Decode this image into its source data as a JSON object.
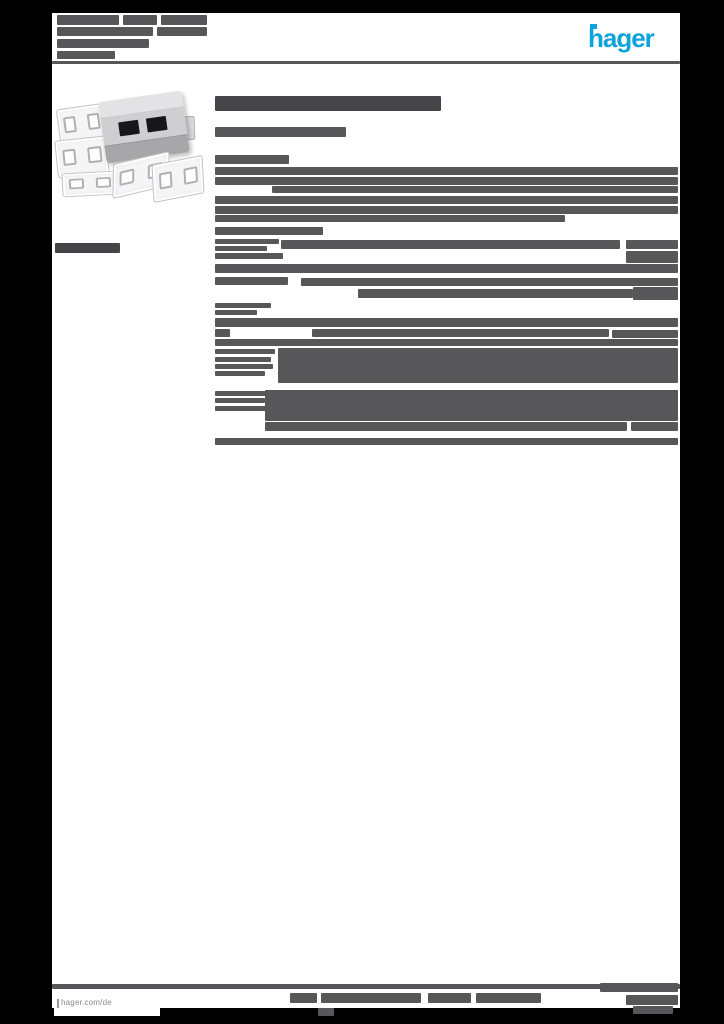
{
  "document": {
    "kind_note": "scanned product datasheet page, body text unreadable (rendered as grey bars)"
  },
  "header": {
    "logo_text": "hager"
  },
  "footer": {
    "website": "hager.com/de"
  },
  "colors": {
    "mid": "#57575a",
    "dark": "#454549",
    "rule": "#55555a",
    "logo_blue": "#0ca2dc",
    "footer_text": "#8a8a8e",
    "paper": "#ffffff",
    "frame_bg": "#000000"
  },
  "redacted_bars": [
    [
      57,
      15,
      62,
      10,
      "mid",
      "header-address-bar"
    ],
    [
      123,
      15,
      34,
      10,
      "mid",
      "header-address-bar"
    ],
    [
      161,
      15,
      46,
      10,
      "mid",
      "header-address-bar"
    ],
    [
      57,
      27,
      96,
      9,
      "mid",
      "header-address-bar"
    ],
    [
      157,
      27,
      50,
      9,
      "mid",
      "header-address-bar"
    ],
    [
      57,
      39,
      92,
      9,
      "mid",
      "header-address-bar"
    ],
    [
      57,
      51,
      58,
      8,
      "mid",
      "header-address-bar"
    ],
    [
      52,
      61,
      628,
      3,
      "rule",
      "header-rule"
    ],
    [
      215,
      96,
      226,
      15,
      "dark",
      "product-title-bar"
    ],
    [
      215,
      127,
      131,
      10,
      "mid",
      "product-subtitle-bar"
    ],
    [
      215,
      155,
      74,
      9,
      "mid",
      "section-label-bar"
    ],
    [
      215,
      167,
      463,
      8,
      "mid",
      "description-line-bar"
    ],
    [
      215,
      177,
      463,
      8,
      "mid",
      "description-line-bar"
    ],
    [
      272,
      186,
      406,
      7,
      "mid",
      "description-line-bar"
    ],
    [
      215,
      196,
      463,
      8,
      "mid",
      "description-line-bar"
    ],
    [
      215,
      206,
      463,
      8,
      "mid",
      "description-line-bar"
    ],
    [
      215,
      215,
      350,
      7,
      "mid",
      "description-line-bar"
    ],
    [
      55,
      243,
      65,
      10,
      "dark",
      "margin-label-bar"
    ],
    [
      215,
      227,
      108,
      8,
      "mid",
      "spec-row-bar"
    ],
    [
      215,
      239,
      64,
      5,
      "mid",
      "spec-row-bar"
    ],
    [
      215,
      246,
      52,
      5,
      "mid",
      "spec-row-bar"
    ],
    [
      281,
      240,
      339,
      9,
      "mid",
      "spec-row-bar"
    ],
    [
      626,
      240,
      52,
      9,
      "mid",
      "spec-value-bar"
    ],
    [
      215,
      253,
      68,
      6,
      "mid",
      "spec-row-bar"
    ],
    [
      626,
      251,
      52,
      12,
      "mid",
      "spec-value-bar"
    ],
    [
      215,
      264,
      463,
      9,
      "mid",
      "spec-row-bar"
    ],
    [
      215,
      277,
      73,
      8,
      "mid",
      "spec-row-bar"
    ],
    [
      301,
      278,
      377,
      8,
      "mid",
      "spec-row-bar"
    ],
    [
      358,
      289,
      275,
      9,
      "mid",
      "spec-row-bar"
    ],
    [
      633,
      287,
      45,
      13,
      "mid",
      "spec-value-bar"
    ],
    [
      215,
      303,
      56,
      5,
      "mid",
      "spec-row-bar"
    ],
    [
      215,
      310,
      42,
      5,
      "mid",
      "spec-row-bar"
    ],
    [
      215,
      318,
      463,
      9,
      "mid",
      "spec-row-bar"
    ],
    [
      215,
      329,
      15,
      8,
      "mid",
      "spec-row-bar"
    ],
    [
      312,
      329,
      297,
      8,
      "mid",
      "spec-row-bar"
    ],
    [
      612,
      330,
      66,
      8,
      "mid",
      "spec-row-bar"
    ],
    [
      215,
      339,
      463,
      7,
      "mid",
      "spec-row-bar"
    ],
    [
      215,
      349,
      60,
      5,
      "mid",
      "spec-row-bar"
    ],
    [
      215,
      357,
      56,
      5,
      "mid",
      "spec-row-bar"
    ],
    [
      215,
      364,
      58,
      5,
      "mid",
      "spec-row-bar"
    ],
    [
      215,
      371,
      50,
      5,
      "mid",
      "spec-row-bar"
    ],
    [
      278,
      348,
      400,
      35,
      "mid",
      "dense-text-block"
    ],
    [
      215,
      391,
      56,
      5,
      "mid",
      "spec-row-bar"
    ],
    [
      215,
      398,
      50,
      5,
      "mid",
      "spec-row-bar"
    ],
    [
      215,
      406,
      58,
      5,
      "mid",
      "spec-row-bar"
    ],
    [
      265,
      390,
      413,
      31,
      "mid",
      "dense-text-block"
    ],
    [
      265,
      422,
      362,
      9,
      "mid",
      "spec-row-bar"
    ],
    [
      631,
      422,
      47,
      9,
      "mid",
      "spec-value-bar"
    ],
    [
      215,
      438,
      463,
      7,
      "mid",
      "spec-row-bar"
    ],
    [
      52,
      984,
      628,
      5,
      "rule",
      "footer-rule"
    ],
    [
      290,
      993,
      27,
      10,
      "mid",
      "footer-center-text-bar"
    ],
    [
      321,
      993,
      100,
      10,
      "mid",
      "footer-center-text-bar"
    ],
    [
      428,
      993,
      43,
      10,
      "mid",
      "footer-center-text-bar"
    ],
    [
      476,
      993,
      65,
      10,
      "mid",
      "footer-center-text-bar"
    ],
    [
      318,
      1008,
      16,
      8,
      "mid",
      "footer-center-text-bar"
    ],
    [
      600,
      983,
      78,
      9,
      "mid",
      "footer-right-text-bar"
    ],
    [
      626,
      995,
      52,
      10,
      "mid",
      "footer-right-text-bar"
    ],
    [
      633,
      1006,
      40,
      8,
      "mid",
      "footer-right-text-bar"
    ]
  ]
}
